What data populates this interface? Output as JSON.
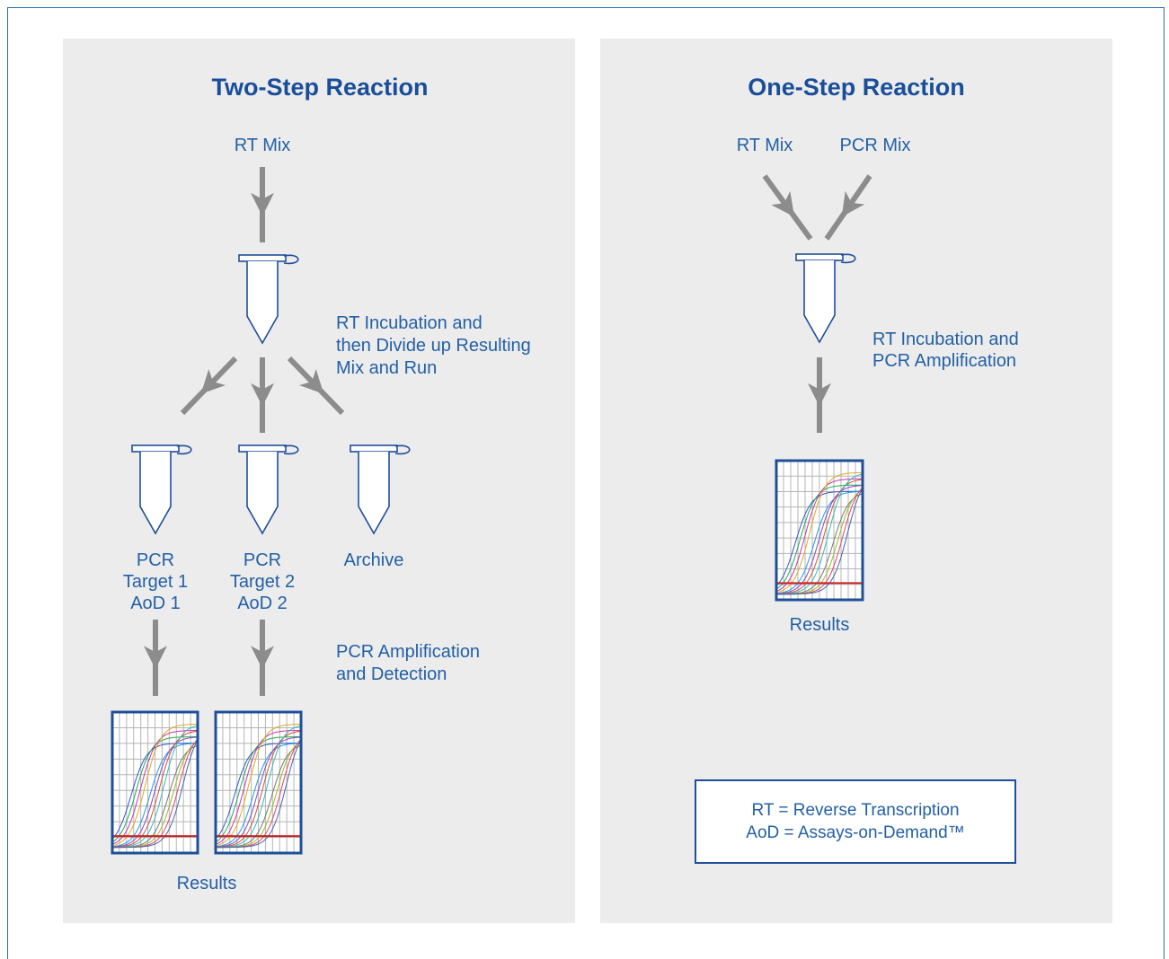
{
  "left_panel": {
    "title": "Two-Step Reaction",
    "rt_mix": "RT Mix",
    "step_note_lines": [
      "RT Incubation and",
      "then Divide up Resulting",
      "Mix and Run"
    ],
    "tubes": [
      {
        "lines": [
          "PCR",
          "Target 1",
          "AoD 1"
        ]
      },
      {
        "lines": [
          "PCR",
          "Target 2",
          "AoD 2"
        ]
      },
      {
        "lines": [
          "Archive"
        ]
      }
    ],
    "amp_note_lines": [
      "PCR Amplification",
      "and Detection"
    ],
    "results": "Results"
  },
  "right_panel": {
    "title": "One-Step Reaction",
    "rt_mix": "RT Mix",
    "pcr_mix": "PCR Mix",
    "step_note_lines": [
      "RT Incubation and",
      "PCR Amplification"
    ],
    "results": "Results"
  },
  "legend": {
    "lines": [
      "RT = Reverse Transcription",
      "AoD = Assays-on-Demand™"
    ]
  },
  "colors": {
    "title": "#1a4e9a",
    "text": "#2360a5",
    "arrow": "#8c8c8c",
    "tube_outline": "#1f4f98",
    "chart_border": "#1f4f98",
    "threshold": "#cc2222",
    "panel_bg": "#ececec"
  }
}
